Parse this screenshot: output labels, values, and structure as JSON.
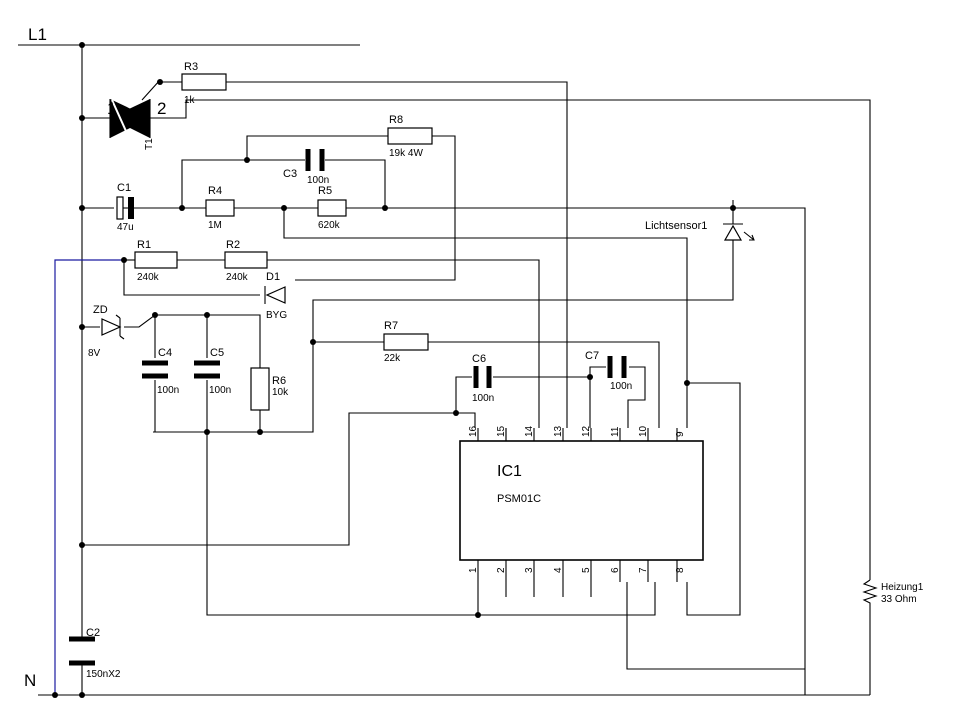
{
  "rails": {
    "l1": "L1",
    "n": "N"
  },
  "triac": {
    "name": "T1",
    "pin1": "1",
    "pin2": "2"
  },
  "components": {
    "r1": {
      "name": "R1",
      "value": "240k"
    },
    "r2": {
      "name": "R2",
      "value": "240k"
    },
    "r3": {
      "name": "R3",
      "value": "1k"
    },
    "r4": {
      "name": "R4",
      "value": "1M"
    },
    "r5": {
      "name": "R5",
      "value": "620k"
    },
    "r6": {
      "name": "R6",
      "value": "10k"
    },
    "r7": {
      "name": "R7",
      "value": "22k"
    },
    "r8": {
      "name": "R8",
      "value": "19k 4W"
    },
    "c1": {
      "name": "C1",
      "value": "47u"
    },
    "c2": {
      "name": "C2",
      "value": "150nX2"
    },
    "c3": {
      "name": "C3",
      "value": "100n"
    },
    "c4": {
      "name": "C4",
      "value": "100n"
    },
    "c5": {
      "name": "C5",
      "value": "100n"
    },
    "c6": {
      "name": "C6",
      "value": "100n"
    },
    "c7": {
      "name": "C7",
      "value": "100n"
    },
    "d1": {
      "name": "D1",
      "value": "BYG"
    },
    "zd": {
      "name": "ZD",
      "value": "8V"
    },
    "light_sensor": {
      "name": "Lichtsensor1"
    },
    "heater": {
      "name": "Heizung1",
      "value": "33 Ohm"
    }
  },
  "ic1": {
    "name": "IC1",
    "part": "PSM01C",
    "pins_top": [
      "16",
      "15",
      "14",
      "13",
      "12",
      "11",
      "10",
      "9"
    ],
    "pins_bottom": [
      "1",
      "2",
      "3",
      "4",
      "5",
      "6",
      "7",
      "8"
    ]
  }
}
